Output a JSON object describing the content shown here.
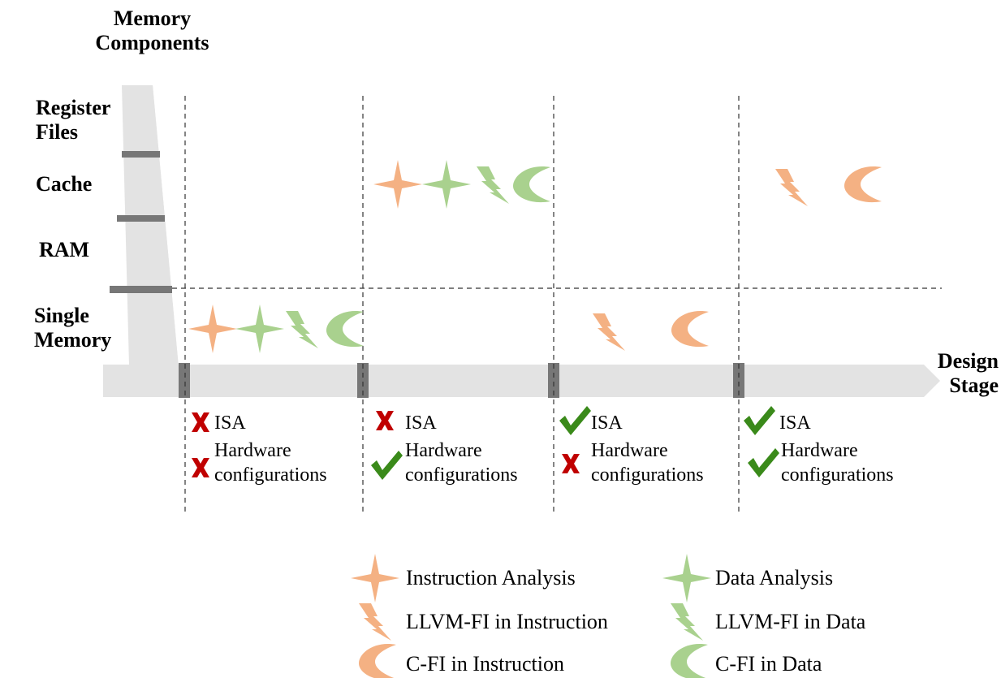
{
  "axis": {
    "y_title": "Memory Components",
    "x_title": "Design Stage",
    "y_levels": [
      "Register Files",
      "Cache",
      "RAM",
      "Single Memory"
    ]
  },
  "stages": [
    {
      "isa": "ISA",
      "isa_status": "unavailable",
      "hw": "Hardware configurations",
      "hw_status": "unavailable"
    },
    {
      "isa": "ISA",
      "isa_status": "unavailable",
      "hw": "Hardware configurations",
      "hw_status": "available"
    },
    {
      "isa": "ISA",
      "isa_status": "available",
      "hw": "Hardware configurations",
      "hw_status": "unavailable"
    },
    {
      "isa": "ISA",
      "isa_status": "available",
      "hw": "Hardware configurations",
      "hw_status": "available"
    }
  ],
  "legend": [
    {
      "label": "Instruction Analysis",
      "icon": "star-icon",
      "color": "#f4b183"
    },
    {
      "label": "Data Analysis",
      "icon": "star-icon",
      "color": "#a9d18e"
    },
    {
      "label": "LLVM-FI in Instruction",
      "icon": "lightning-icon",
      "color": "#f4b183"
    },
    {
      "label": "LLVM-FI in Data",
      "icon": "lightning-icon",
      "color": "#a9d18e"
    },
    {
      "label": "C-FI in Instruction",
      "icon": "crescent-icon",
      "color": "#f4b183"
    },
    {
      "label": "C-FI in Data",
      "icon": "crescent-icon",
      "color": "#a9d18e"
    }
  ],
  "colors": {
    "instruction": "#f4b183",
    "data": "#a9d18e",
    "axis_fill": "#e3e3e3",
    "marker": "#777777",
    "cross": "#c00000",
    "check": "#3a8a1a"
  }
}
